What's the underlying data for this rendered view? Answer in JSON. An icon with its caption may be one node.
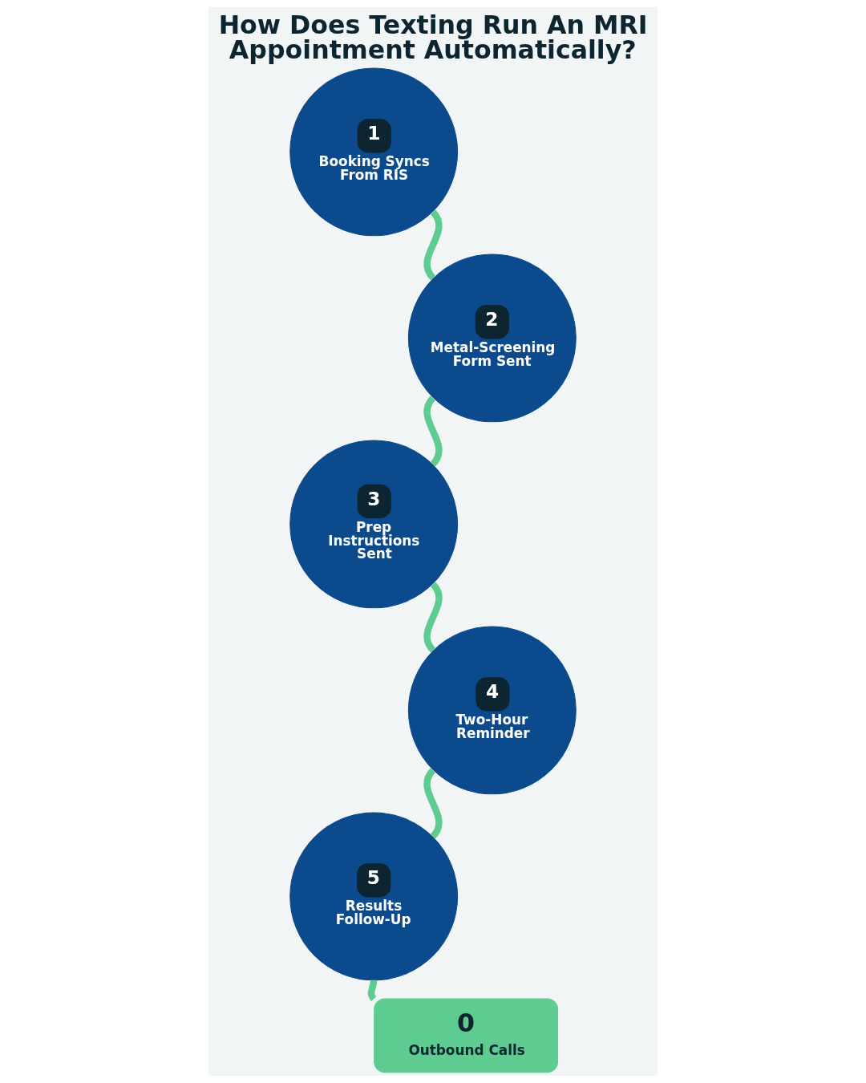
{
  "diagram": {
    "title": "How Does Texting Run An MRI Appointment Automatically?",
    "nodes": [
      {
        "text": [
          "1",
          "Booking Syncs From RIS"
        ]
      },
      {
        "text": [
          "2",
          "Metal-Screening Form Sent"
        ]
      },
      {
        "text": [
          "3",
          "Prep Instructions Sent"
        ]
      },
      {
        "text": [
          "4",
          "Two-Hour Reminder"
        ]
      },
      {
        "text": [
          "5",
          "Results Follow-Up"
        ]
      },
      {
        "text": [
          "0",
          "Outbound Calls"
        ]
      }
    ],
    "edges": [
      {
        "from": 0,
        "to": 1,
        "arrow": "none"
      },
      {
        "from": 1,
        "to": 2,
        "arrow": "none"
      },
      {
        "from": 2,
        "to": 3,
        "arrow": "none"
      },
      {
        "from": 3,
        "to": 4,
        "arrow": "none"
      },
      {
        "from": 4,
        "to": 5,
        "arrow": "none"
      }
    ]
  }
}
